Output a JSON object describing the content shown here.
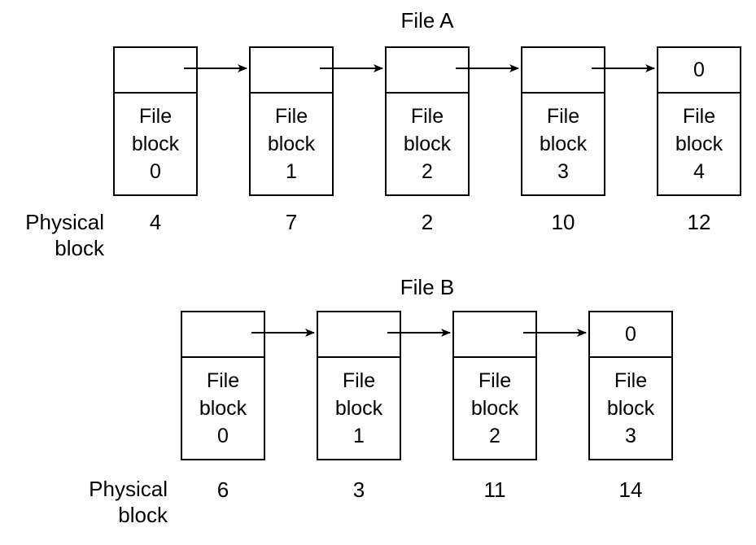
{
  "file_a": {
    "title": "File A",
    "blocks": [
      {
        "line1": "File",
        "line2": "block",
        "index": "0",
        "pointer": "",
        "physical": "4"
      },
      {
        "line1": "File",
        "line2": "block",
        "index": "1",
        "pointer": "",
        "physical": "7"
      },
      {
        "line1": "File",
        "line2": "block",
        "index": "2",
        "pointer": "",
        "physical": "2"
      },
      {
        "line1": "File",
        "line2": "block",
        "index": "3",
        "pointer": "",
        "physical": "10"
      },
      {
        "line1": "File",
        "line2": "block",
        "index": "4",
        "pointer": "0",
        "physical": "12"
      }
    ],
    "physical_label_line1": "Physical",
    "physical_label_line2": "block"
  },
  "file_b": {
    "title": "File B",
    "blocks": [
      {
        "line1": "File",
        "line2": "block",
        "index": "0",
        "pointer": "",
        "physical": "6"
      },
      {
        "line1": "File",
        "line2": "block",
        "index": "1",
        "pointer": "",
        "physical": "3"
      },
      {
        "line1": "File",
        "line2": "block",
        "index": "2",
        "pointer": "",
        "physical": "11"
      },
      {
        "line1": "File",
        "line2": "block",
        "index": "3",
        "pointer": "0",
        "physical": "14"
      }
    ],
    "physical_label_line1": "Physical",
    "physical_label_line2": "block"
  }
}
